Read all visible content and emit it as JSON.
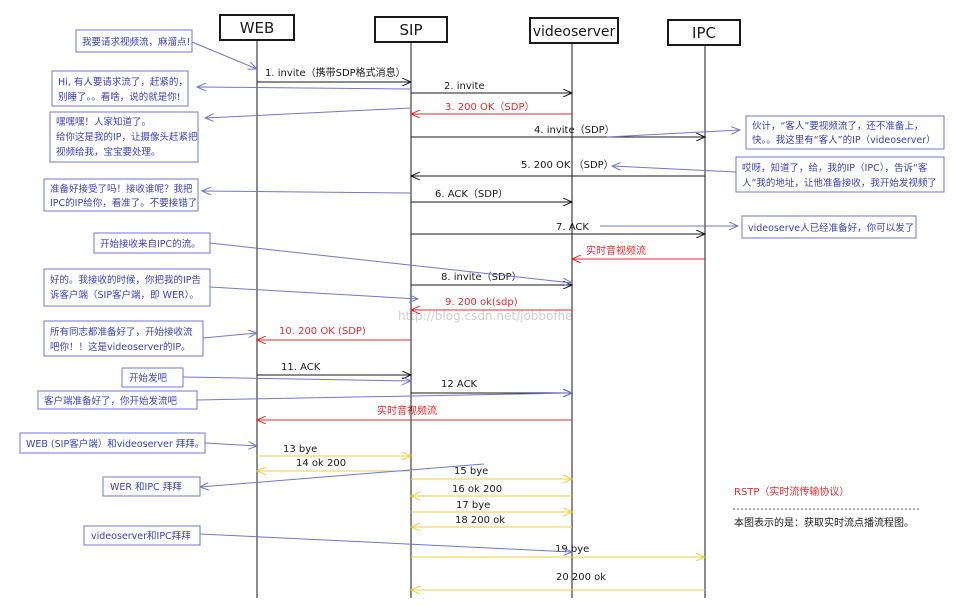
{
  "colors": {
    "black": "#1a1a1a",
    "red": "#e8292c",
    "yellow": "#f0cf35",
    "blue": "#6f76d8",
    "note_text": "#3a3fc4",
    "note_border": "#6f76d8",
    "gray": "#666666"
  },
  "participants": [
    {
      "id": "web",
      "name": "WEB"
    },
    {
      "id": "sip",
      "name": "SIP"
    },
    {
      "id": "video",
      "name": "videoserver"
    },
    {
      "id": "ipc",
      "name": "IPC"
    }
  ],
  "messages": [
    {
      "label": "1. invite（携带SDP格式消息）",
      "from": "web",
      "to": "sip",
      "color": "black"
    },
    {
      "label": "2. invite",
      "from": "sip",
      "to": "video",
      "color": "black"
    },
    {
      "label": "3. 200  OK（SDP）",
      "from": "video",
      "to": "sip",
      "color": "red"
    },
    {
      "label": "4. invite（SDP）",
      "from": "sip",
      "to": "ipc",
      "color": "black"
    },
    {
      "label": "5. 200 OK     （SDP）",
      "from": "ipc",
      "to": "sip",
      "color": "black"
    },
    {
      "label": "6. ACK（SDP）",
      "from": "sip",
      "to": "video",
      "color": "black"
    },
    {
      "label": "7.      ACK",
      "from": "sip",
      "to": "ipc",
      "color": "black"
    },
    {
      "label": "实时音视频流",
      "from": "ipc",
      "to": "video",
      "color": "red"
    },
    {
      "label": "8. invite（SDP）",
      "from": "sip",
      "to": "video",
      "color": "black"
    },
    {
      "label": "9.  200   ok(sdp)",
      "from": "video",
      "to": "sip",
      "color": "red"
    },
    {
      "label": "10.  200 OK (SDP)",
      "from": "sip",
      "to": "web",
      "color": "red"
    },
    {
      "label": "11. ACK",
      "from": "web",
      "to": "sip",
      "color": "black"
    },
    {
      "label": "12 ACK",
      "from": "sip",
      "to": "video",
      "color": "black"
    },
    {
      "label": "实时音视频流",
      "from": "video",
      "to": "web",
      "color": "red"
    },
    {
      "label": "13  bye",
      "from": "web",
      "to": "sip",
      "color": "yellow"
    },
    {
      "label": "14   ok   200",
      "from": "sip",
      "to": "web",
      "color": "yellow"
    },
    {
      "label": "15  bye",
      "from": "sip",
      "to": "video",
      "color": "yellow"
    },
    {
      "label": "16  ok   200",
      "from": "video",
      "to": "sip",
      "color": "yellow"
    },
    {
      "label": "17  bye",
      "from": "sip",
      "to": "video",
      "color": "yellow"
    },
    {
      "label": "18  200 ok",
      "from": "video",
      "to": "sip",
      "color": "yellow"
    },
    {
      "label": "19      bye",
      "from": "sip",
      "to": "ipc",
      "color": "yellow"
    },
    {
      "label": "20   200 ok",
      "from": "ipc",
      "to": "sip",
      "color": "yellow"
    }
  ],
  "notes": [
    {
      "lines": [
        "我要请求视频流，麻溜点!"
      ]
    },
    {
      "lines": [
        "Hi, 有人要请求流了，赶紧的，",
        "别睡了。。看啥，说的就是你!"
      ]
    },
    {
      "lines": [
        "嘿嘿嘿！人家知道了。",
        "给你这是我的IP，让摄像头赶紧把",
        "视频给我，宝宝要处理。"
      ]
    },
    {
      "lines": [
        "伙计，“客人”要视频流了，还不准备上，",
        "快。。我这里有“客人”的IP（videoserver）"
      ]
    },
    {
      "lines": [
        "哎呀，知道了，给，我的IP（IPC），告诉“客",
        "人”我的地址，让他准备接收，我开始发视频了"
      ]
    },
    {
      "lines": [
        "准备好接受了吗！接收谁呢？我把",
        "IPC的IP给你，看准了。不要接错了"
      ]
    },
    {
      "lines": [
        "videoserve人已经准备好，你可以发了"
      ]
    },
    {
      "lines": [
        "开始接收来自IPC的流。"
      ]
    },
    {
      "lines": [
        "好的。我接收的时候，你把我的IP告",
        "诉客户端（SIP客户端，即 WER）。"
      ]
    },
    {
      "lines": [
        "所有同志都准备好了，开始接收流",
        "吧你！！这是videoserver的IP。"
      ]
    },
    {
      "lines": [
        "开始发吧"
      ]
    },
    {
      "lines": [
        "客户端准备好了，你开始发流吧"
      ]
    },
    {
      "lines": [
        "WEB (SIP客户端）和videoserver 拜拜。"
      ]
    },
    {
      "lines": [
        "WER 和IPC 拜拜"
      ]
    },
    {
      "lines": [
        "videoserver和IPC拜拜"
      ]
    }
  ],
  "legend": {
    "protocol": "RSTP（实时流传输协议）",
    "caption": "本图表示的是：获取实时流点播流程图。"
  },
  "watermark": "http://blog.csdn.net/jobbofhe"
}
